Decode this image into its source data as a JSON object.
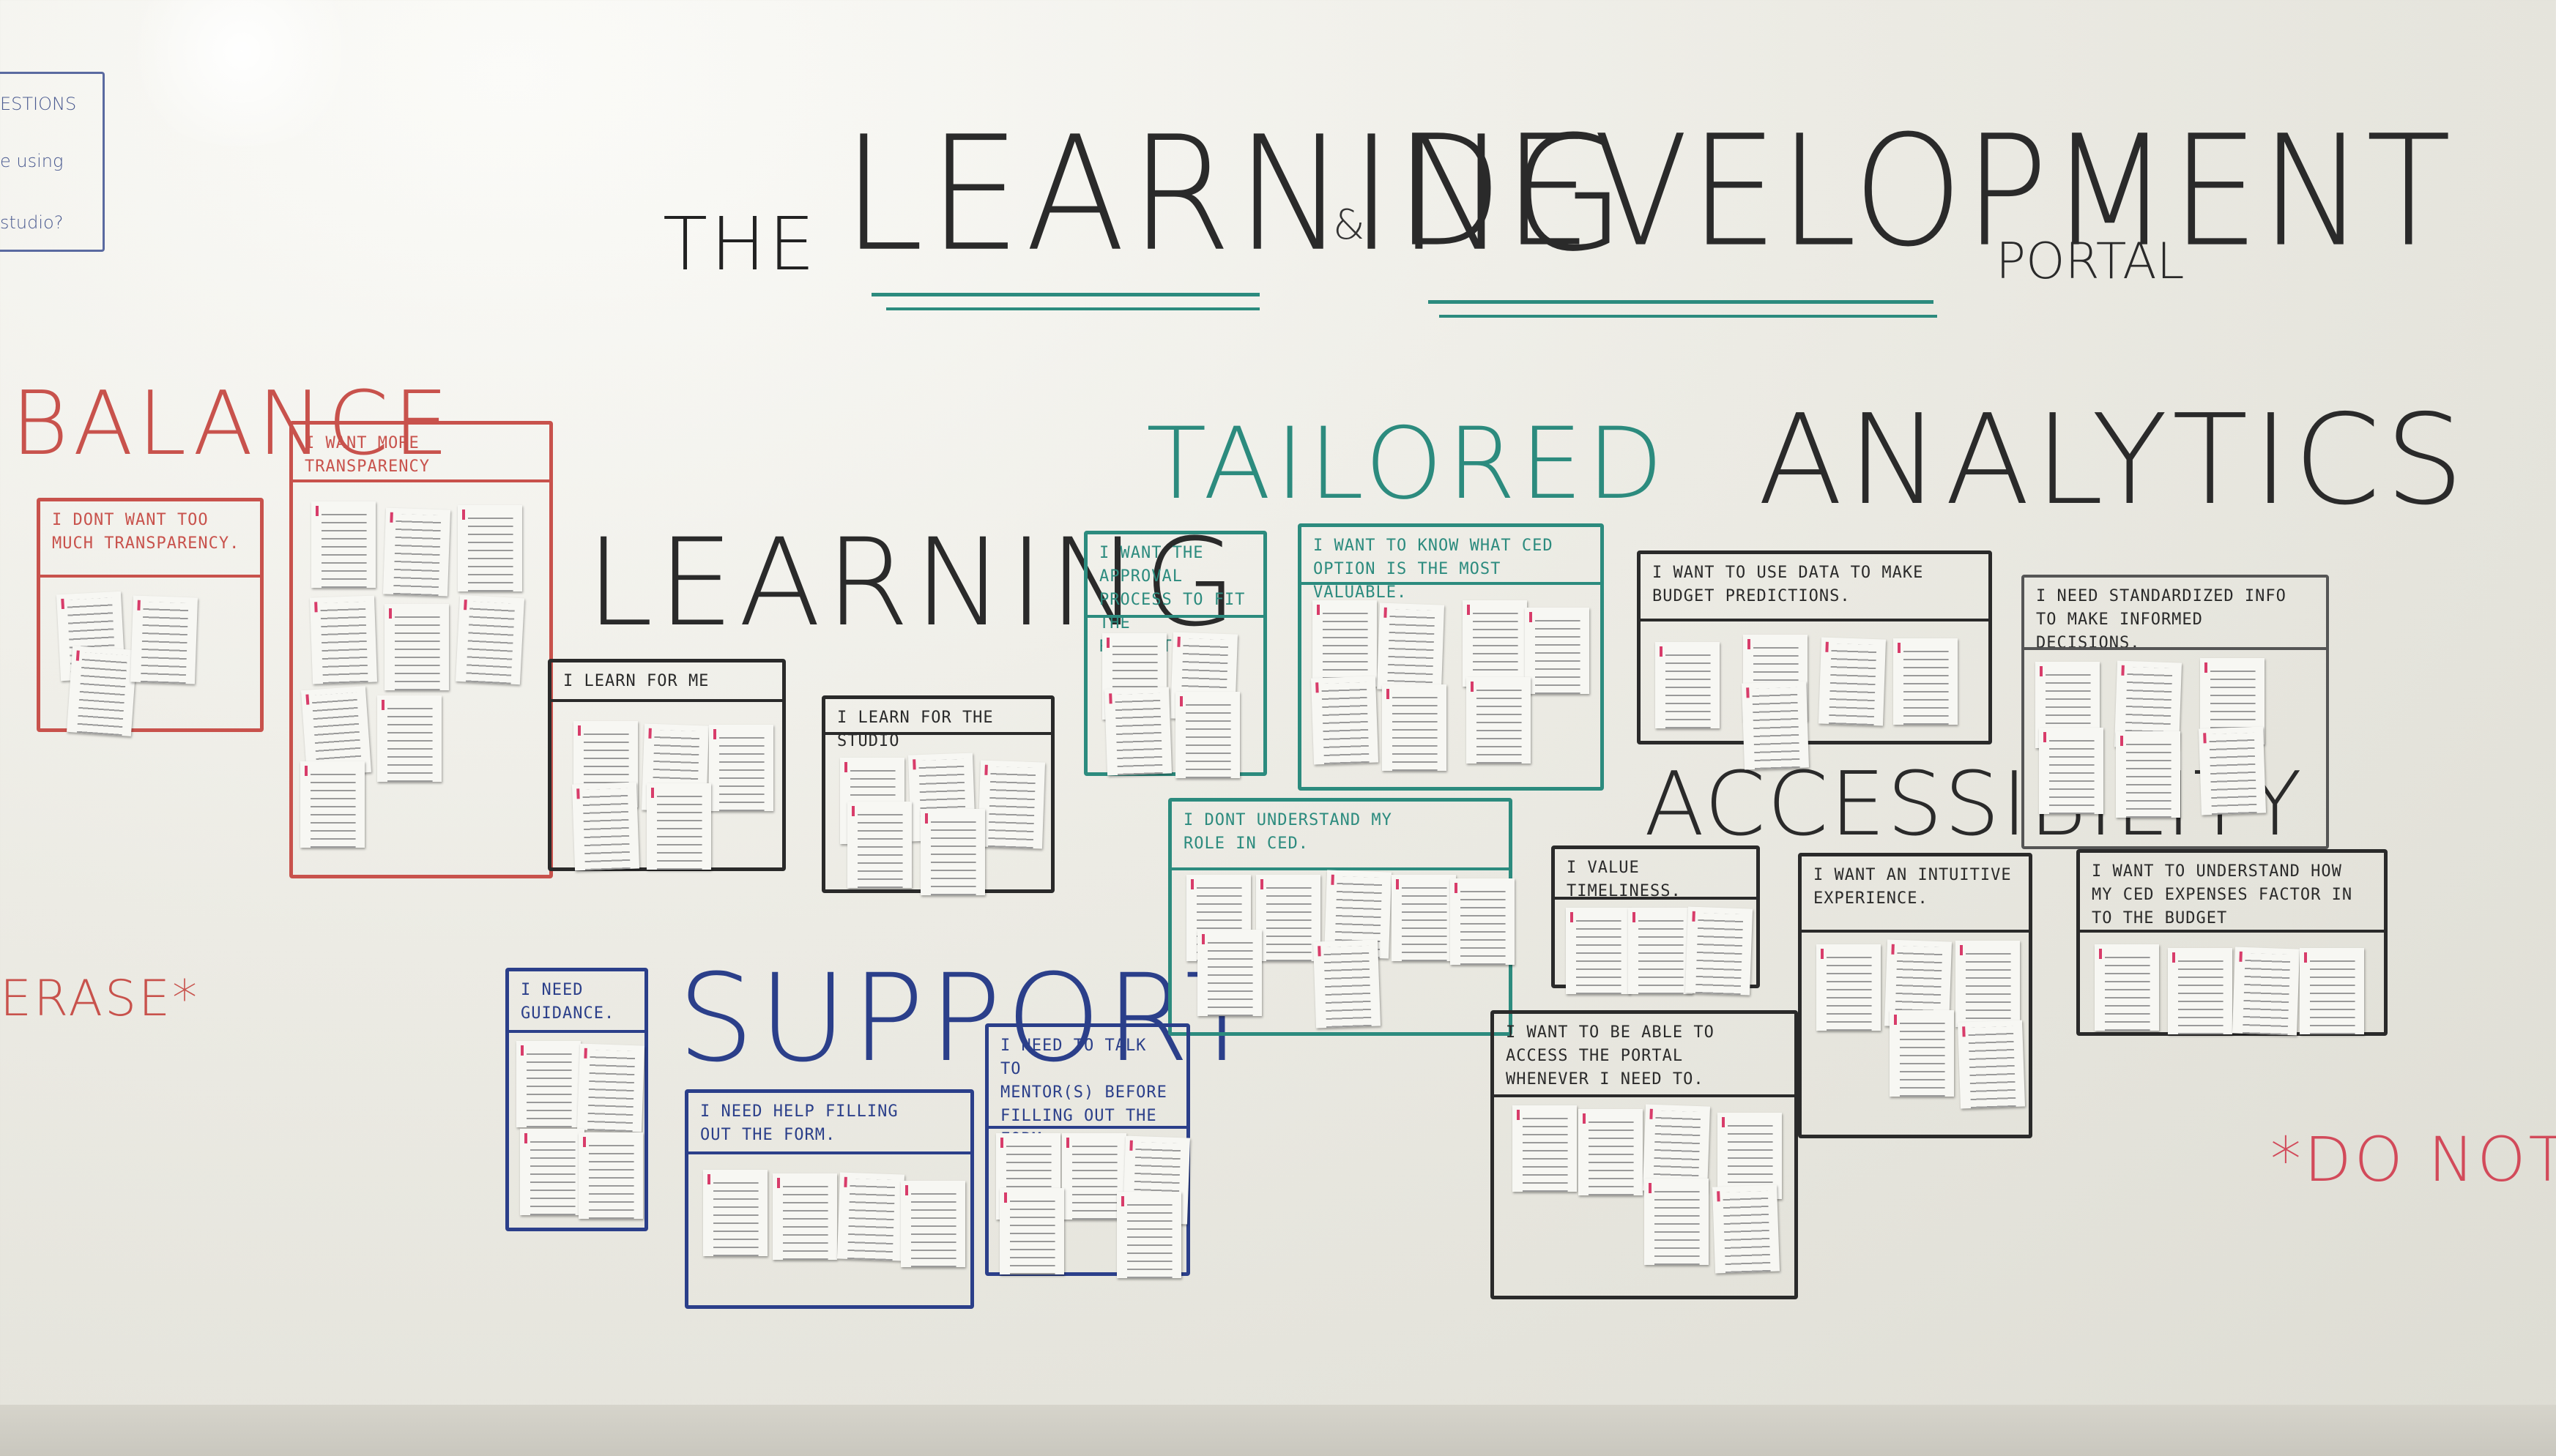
{
  "title": {
    "the": "THE",
    "learning": "LEARNING",
    "amp": "&",
    "development": "DEVELOPMENT",
    "portal": "PORTAL"
  },
  "topleft_note": [
    "ESTIONS",
    "e using",
    "studio?"
  ],
  "headings": {
    "balance": "BALANCE",
    "learning": "LEARNING",
    "tailored": "TAILORED",
    "analytics": "ANALYTICS",
    "accessibility": "ACCESSIBILITY",
    "support": "SUPPORT"
  },
  "boxes": {
    "dont_want_transparency": "I DONT WANT TOO\nMUCH TRANSPARENCY.",
    "want_more_transparency": "I WANT MORE\nTRANSPARENCY",
    "learn_for_me": "I LEARN FOR ME",
    "learn_for_studio": "I LEARN FOR THE STUDIO",
    "approval_process": "I WANT THE APPROVAL\nPROCESS TO FIT THE\nREQUEST.",
    "ced_valuable": "I WANT TO KNOW WHAT CED\nOPTION IS THE MOST VALUABLE.",
    "dont_understand_role": "I DONT UNDERSTAND MY\nROLE IN CED.",
    "budget_predictions": "I WANT TO USE DATA TO MAKE\nBUDGET PREDICTIONS.",
    "standardized_info": "I NEED STANDARDIZED INFO\nTO MAKE INFORMED DECISIONS.",
    "value_timeliness": "I VALUE TIMELINESS.",
    "intuitive_experience": "I WANT AN INTUITIVE\nEXPERIENCE.",
    "ced_expenses": "I WANT TO UNDERSTAND HOW\nMY CED EXPENSES FACTOR IN\nTO THE BUDGET",
    "access_portal": "I WANT TO BE ABLE TO\nACCESS THE PORTAL\nWHENEVER I NEED TO.",
    "need_guidance": "I NEED\nGUIDANCE.",
    "help_filling_form": "I NEED HELP FILLING\nOUT THE FORM.",
    "talk_to_mentors": "I NEED TO TALK TO\nMENTOR(S) BEFORE\nFILLING OUT THE\nFORM."
  },
  "notices": {
    "left_erase": "ERASE*",
    "right_do_not": "*DO NOT E"
  },
  "colors": {
    "red_marker": "#c8524c",
    "black_marker": "#2a2a2a",
    "teal_marker": "#2c8b7e",
    "blue_marker": "#2b3f8a",
    "sticky_note": "#f7f7f3",
    "note_tab": "#d83c6a"
  }
}
